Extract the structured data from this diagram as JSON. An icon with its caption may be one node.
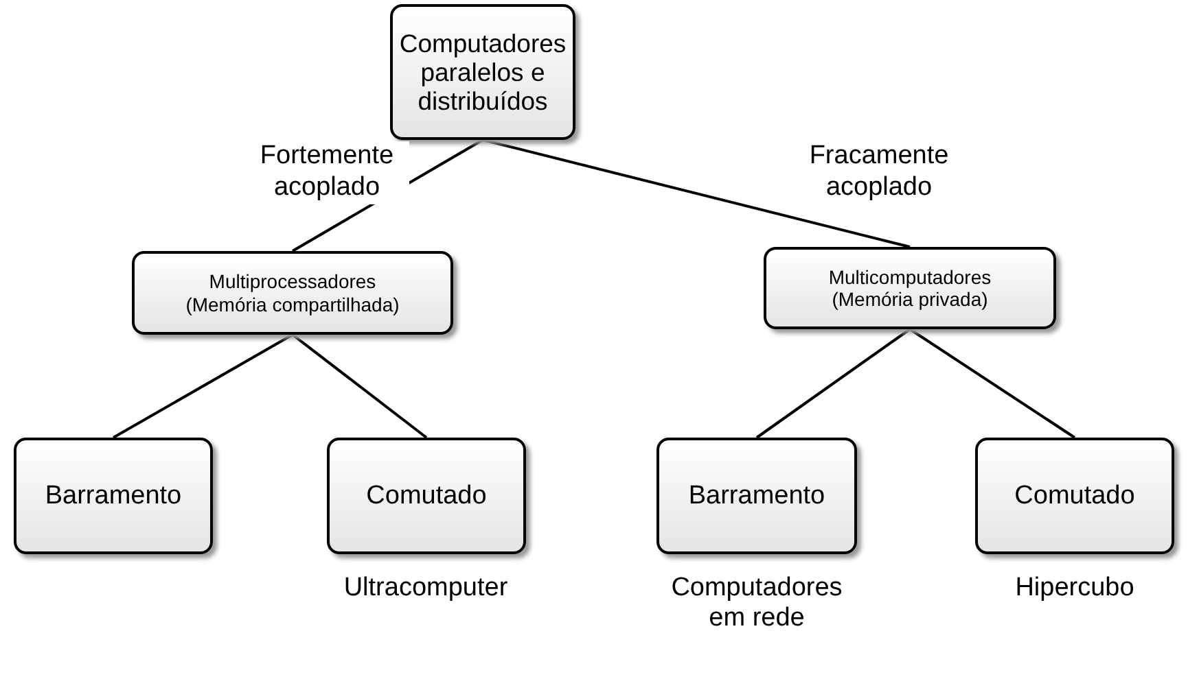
{
  "diagram": {
    "nodes": [
      {
        "text": [
          "Computadores paralelos e distribuídos"
        ]
      },
      {
        "text": [
          "Multiprocessadores (Memória compartilhada)"
        ]
      },
      {
        "text": [
          "Multicomputadores (Memória privada)"
        ]
      },
      {
        "text": [
          "Barramento"
        ]
      },
      {
        "text": [
          "Comutado"
        ],
        "beside": [
          "Ultracomputer"
        ]
      },
      {
        "text": [
          "Barramento"
        ],
        "beside": [
          "Computadores em rede"
        ]
      },
      {
        "text": [
          "Comutado"
        ],
        "beside": [
          "Hipercubo"
        ]
      }
    ],
    "edges": [
      {
        "from": 0,
        "to": 1,
        "arrow": "none",
        "label": "Fortemente acoplado"
      },
      {
        "from": 0,
        "to": 2,
        "arrow": "none",
        "label": "Fracamente acoplado"
      },
      {
        "from": 1,
        "to": 3,
        "arrow": "none"
      },
      {
        "from": 1,
        "to": 4,
        "arrow": "none"
      },
      {
        "from": 2,
        "to": 5,
        "arrow": "none"
      },
      {
        "from": 2,
        "to": 6,
        "arrow": "none"
      }
    ]
  }
}
